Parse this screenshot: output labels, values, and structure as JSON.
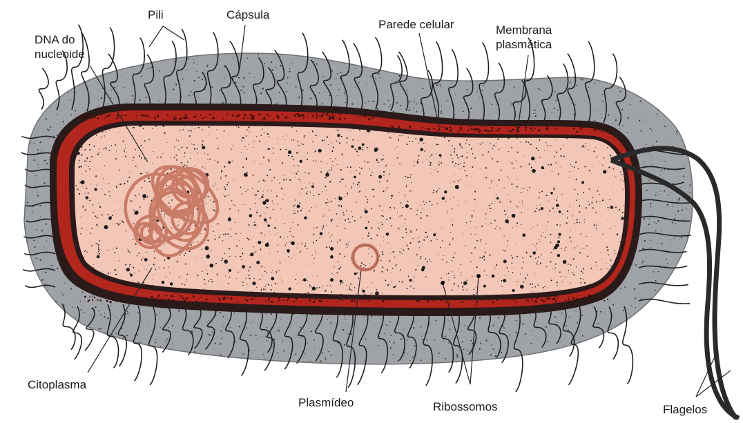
{
  "labels": {
    "pili": "Pili",
    "capsula": "Cápsula",
    "parede_celular": "Parede celular",
    "membrana_line1": "Membrana",
    "membrana_line2": "plasmática",
    "dna_line1": "DNA do",
    "dna_line2": "nucleoide",
    "citoplasma": "Citoplasma",
    "plasmideo": "Plasmídeo",
    "ribossomos": "Ribossomos",
    "flagelos": "Flagelos"
  },
  "colors": {
    "capsule": "#9fa2a6",
    "cell_wall": "#b3261e",
    "membrane_dark": "#2b1a1a",
    "cytoplasm": "#f3c7b7",
    "dna": "#c97c68",
    "speckle": "#1c1c1c",
    "leader": "#222222"
  }
}
